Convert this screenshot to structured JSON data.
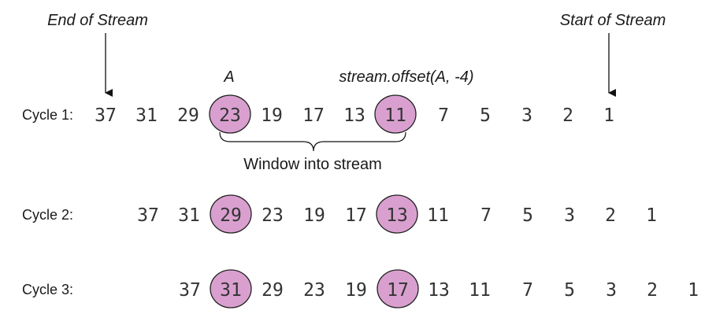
{
  "labels": {
    "end_of_stream": "End of Stream",
    "start_of_stream": "Start of Stream",
    "a_label": "A",
    "offset_label": "stream.offset(A, -4)",
    "window_label": "Window into stream"
  },
  "cycles": [
    {
      "label": "Cycle 1:",
      "numbers": [
        "37",
        "31",
        "29",
        "23",
        "19",
        "17",
        "13",
        "11",
        "7",
        "5",
        "3",
        "2",
        "1"
      ],
      "highlighted": [
        "23",
        "11"
      ]
    },
    {
      "label": "Cycle 2:",
      "numbers": [
        "37",
        "31",
        "29",
        "23",
        "19",
        "17",
        "13",
        "11",
        "7",
        "5",
        "3",
        "2",
        "1"
      ],
      "highlighted": [
        "29",
        "13"
      ]
    },
    {
      "label": "Cycle 3:",
      "numbers": [
        "37",
        "31",
        "29",
        "23",
        "19",
        "17",
        "13",
        "11",
        "7",
        "5",
        "3",
        "2",
        "1"
      ],
      "highlighted": [
        "31",
        "17"
      ]
    }
  ],
  "colors": {
    "highlight": "#d9a0cf",
    "text": "#333333"
  }
}
